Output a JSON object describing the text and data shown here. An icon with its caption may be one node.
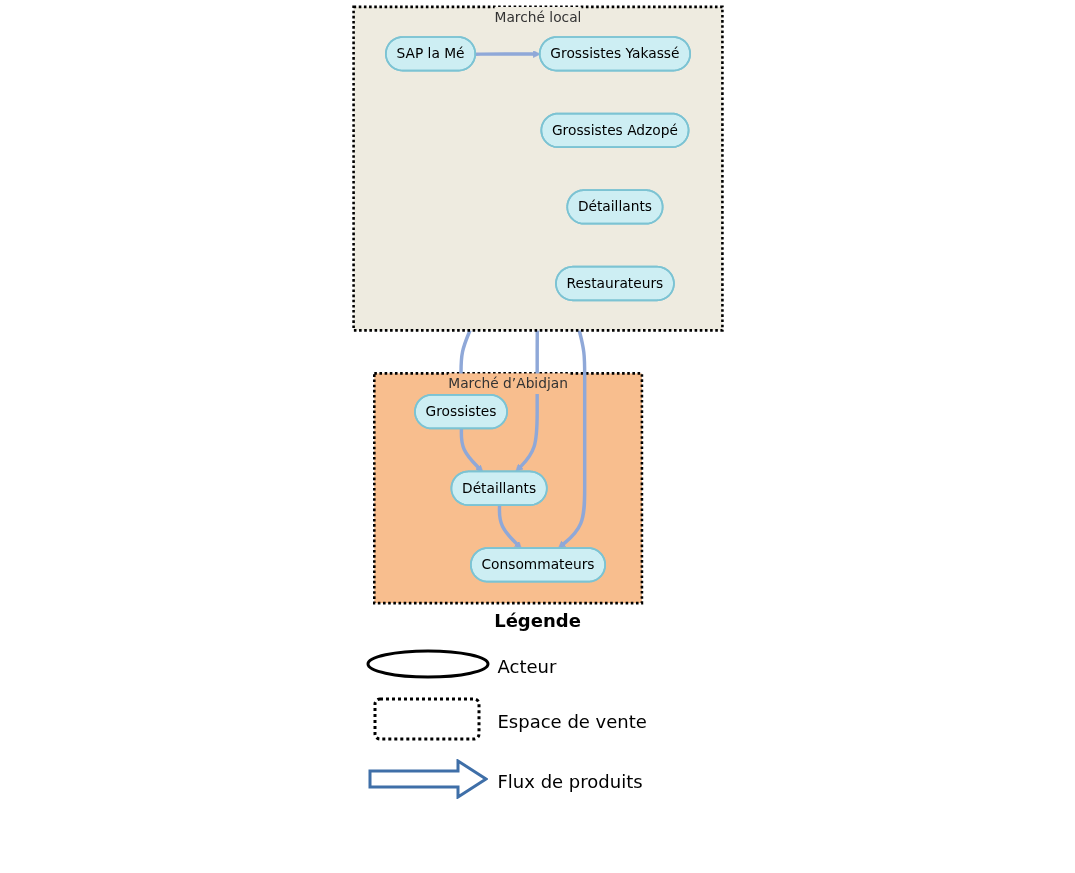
{
  "diagram": {
    "nodes": [
      {
        "text": [
          "Marché local"
        ]
      },
      {
        "text": [
          "SAP la Mé"
        ],
        "in": 0
      },
      {
        "text": [
          "Grossistes Adzopé"
        ],
        "in": 0
      },
      {
        "text": [
          "Grossistes Yakassé"
        ],
        "in": 0
      },
      {
        "text": [
          "Détaillants"
        ],
        "in": 0
      },
      {
        "text": [
          "Restaurateurs"
        ],
        "in": 0
      },
      {
        "text": [
          "Marché d’Abidjan"
        ]
      },
      {
        "text": [
          "Grossistes"
        ],
        "in": 6
      },
      {
        "text": [
          "Détaillants"
        ],
        "in": 6
      },
      {
        "text": [
          "Consommateurs"
        ],
        "in": 6
      }
    ],
    "edges": [
      {
        "from": 1,
        "to": 3,
        "arrow": "to"
      },
      {
        "from": 0,
        "to": 7,
        "arrow": "to"
      },
      {
        "from": 0,
        "to": 8,
        "arrow": "to"
      },
      {
        "from": 0,
        "to": 9,
        "arrow": "to"
      },
      {
        "from": 7,
        "to": 8,
        "arrow": "to"
      },
      {
        "from": 8,
        "to": 9,
        "arrow": "to"
      }
    ],
    "labels": [
      "Légende"
    ],
    "legend": [
      {
        "text": "Acteur"
      },
      {
        "text": "Espace de vente"
      },
      {
        "text": "Flux de produits"
      }
    ]
  }
}
